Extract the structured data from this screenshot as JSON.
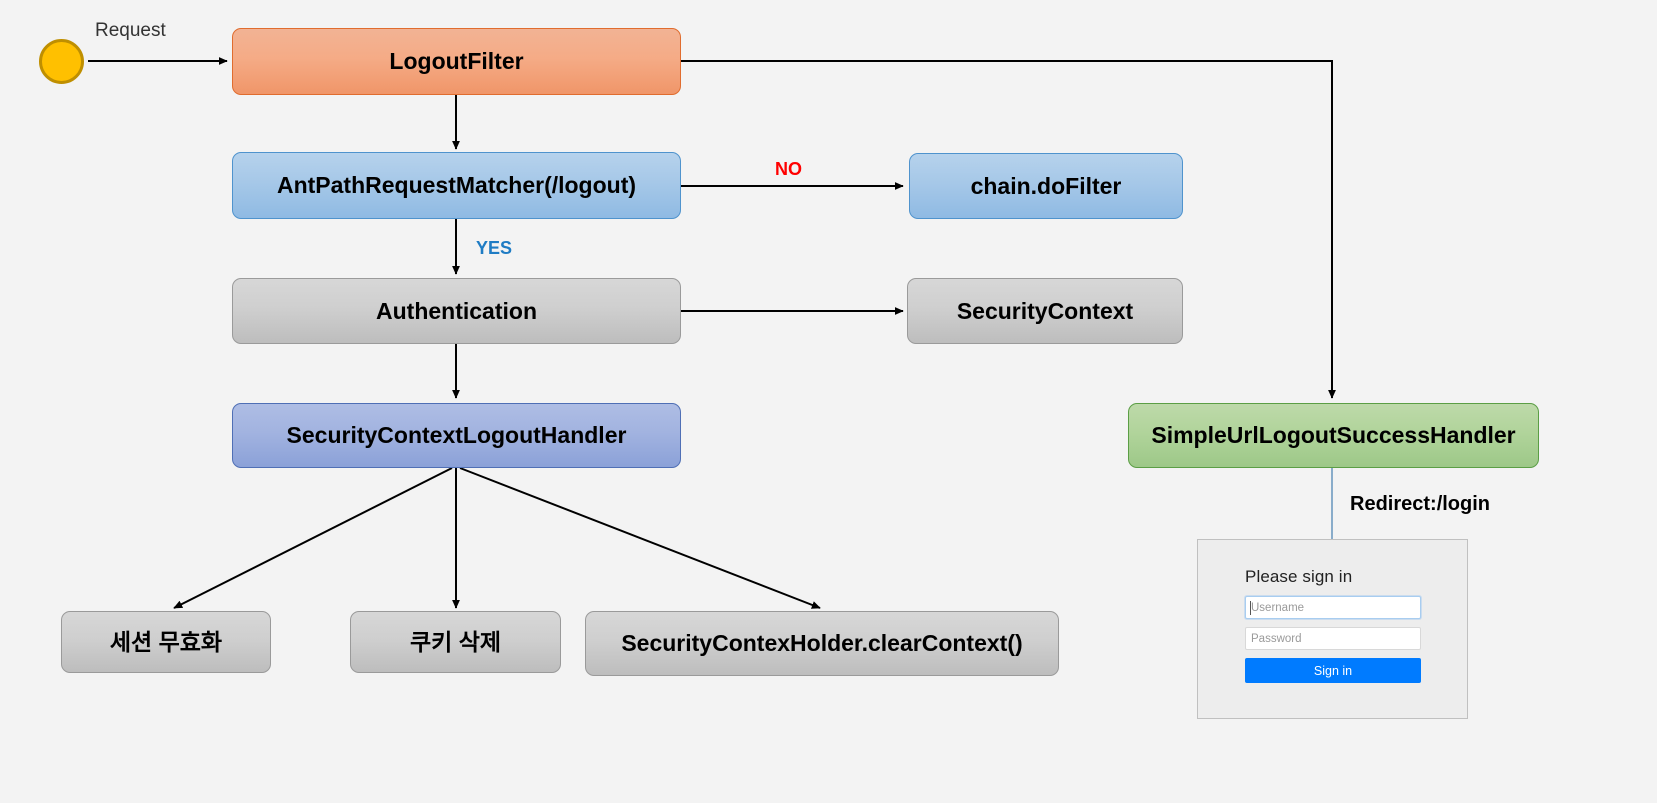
{
  "diagram": {
    "title": "Spring Security LogoutFilter flow",
    "background_color": "#f3f3f3",
    "nodes": [
      {
        "id": "start",
        "label": "",
        "shape": "circle",
        "color": "#ffc000"
      },
      {
        "id": "logout-filter",
        "label": "LogoutFilter",
        "shape": "rounded-rect",
        "color": "#f5ab86"
      },
      {
        "id": "ant-path-matcher",
        "label": "AntPathRequestMatcher(/logout)",
        "shape": "rounded-rect",
        "color": "#a6c8e8"
      },
      {
        "id": "chain-do-filter",
        "label": "chain.doFilter",
        "shape": "rounded-rect",
        "color": "#a6c8e8"
      },
      {
        "id": "authentication",
        "label": "Authentication",
        "shape": "rounded-rect",
        "color": "#cfcfcf"
      },
      {
        "id": "security-context",
        "label": "SecurityContext",
        "shape": "rounded-rect",
        "color": "#cfcfcf"
      },
      {
        "id": "sc-logout-handler",
        "label": "SecurityContextLogoutHandler",
        "shape": "rounded-rect",
        "color": "#a2b3e0"
      },
      {
        "id": "session-invalidate",
        "label": "세션 무효화",
        "shape": "rounded-rect",
        "color": "#cfcfcf"
      },
      {
        "id": "cookie-delete",
        "label": "쿠키 삭제",
        "shape": "rounded-rect",
        "color": "#cfcfcf"
      },
      {
        "id": "clear-context",
        "label": "SecurityContexHolder.clearContext()",
        "shape": "rounded-rect",
        "color": "#cfcfcf"
      },
      {
        "id": "logout-success-handler",
        "label": "SimpleUrlLogoutSuccessHandler",
        "shape": "rounded-rect",
        "color": "#b1d49b"
      }
    ],
    "edge_labels": {
      "request": "Request",
      "no": "NO",
      "yes": "YES",
      "redirect": "Redirect:/login"
    },
    "accent_colors": {
      "no": "#ff0000",
      "yes": "#1f7cc4",
      "redirect_line": "#5b8db8",
      "arrow": "#000000"
    }
  },
  "login_panel": {
    "title": "Please sign in",
    "username_placeholder": "Username",
    "password_placeholder": "Password",
    "signin_label": "Sign in",
    "button_color": "#007bff"
  }
}
